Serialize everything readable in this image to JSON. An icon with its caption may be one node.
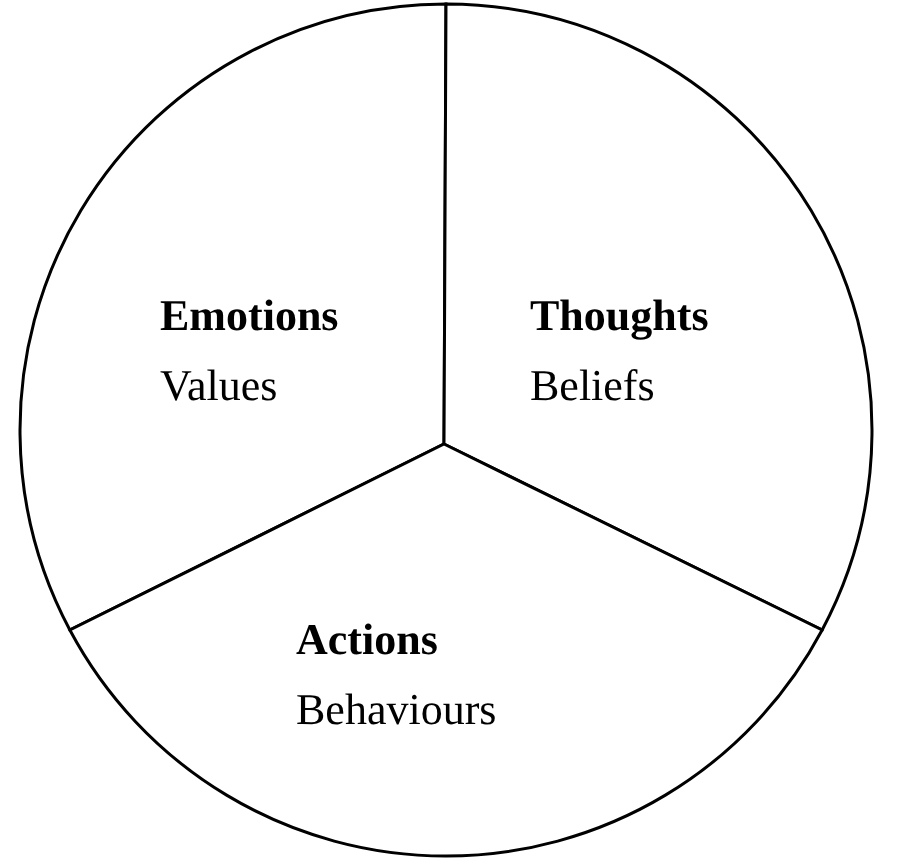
{
  "diagram": {
    "nodes": [
      {
        "text": [
          "Emotions",
          "Values"
        ]
      },
      {
        "text": [
          "Thoughts",
          "Beliefs"
        ]
      },
      {
        "text": [
          "Actions",
          "Behaviours"
        ]
      }
    ]
  }
}
